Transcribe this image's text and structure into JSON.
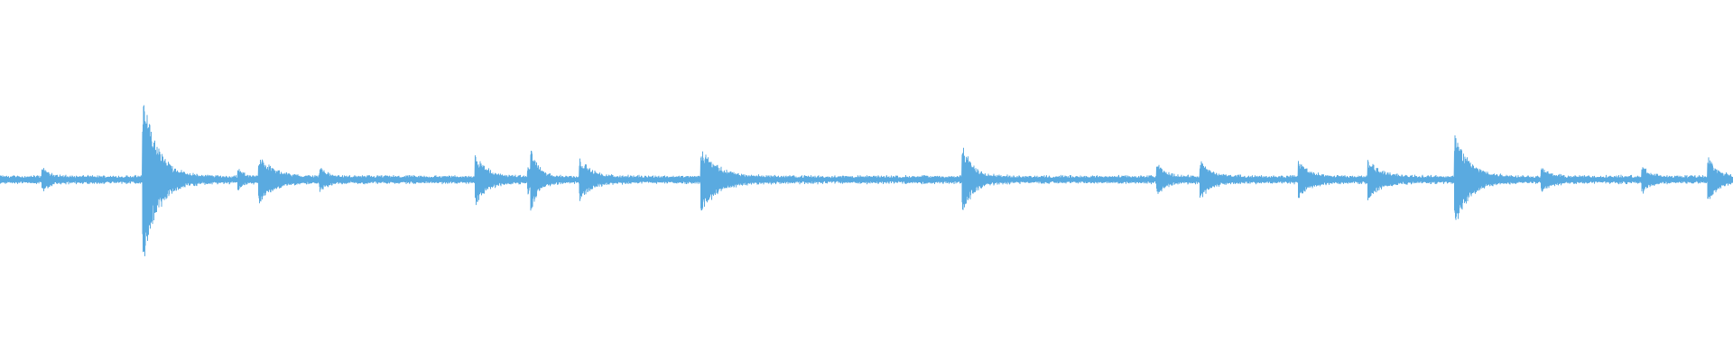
{
  "waveform": {
    "color": "#5aaae0",
    "baseline_amplitude": 0.02,
    "peaks": [
      {
        "position": 0.025,
        "amplitude": 0.05,
        "decay": 0.004
      },
      {
        "position": 0.083,
        "amplitude": 0.48,
        "decay": 0.008
      },
      {
        "position": 0.138,
        "amplitude": 0.04,
        "decay": 0.003
      },
      {
        "position": 0.15,
        "amplitude": 0.12,
        "decay": 0.008
      },
      {
        "position": 0.185,
        "amplitude": 0.05,
        "decay": 0.004
      },
      {
        "position": 0.275,
        "amplitude": 0.13,
        "decay": 0.006
      },
      {
        "position": 0.305,
        "amplitude": 0.06,
        "decay": 0.004
      },
      {
        "position": 0.307,
        "amplitude": 0.12,
        "decay": 0.004
      },
      {
        "position": 0.335,
        "amplitude": 0.11,
        "decay": 0.006
      },
      {
        "position": 0.405,
        "amplitude": 0.17,
        "decay": 0.009
      },
      {
        "position": 0.556,
        "amplitude": 0.17,
        "decay": 0.006
      },
      {
        "position": 0.668,
        "amplitude": 0.07,
        "decay": 0.005
      },
      {
        "position": 0.693,
        "amplitude": 0.09,
        "decay": 0.006
      },
      {
        "position": 0.75,
        "amplitude": 0.09,
        "decay": 0.006
      },
      {
        "position": 0.79,
        "amplitude": 0.1,
        "decay": 0.007
      },
      {
        "position": 0.84,
        "amplitude": 0.25,
        "decay": 0.008
      },
      {
        "position": 0.89,
        "amplitude": 0.05,
        "decay": 0.005
      },
      {
        "position": 0.948,
        "amplitude": 0.06,
        "decay": 0.004
      },
      {
        "position": 0.986,
        "amplitude": 0.12,
        "decay": 0.005
      }
    ]
  }
}
